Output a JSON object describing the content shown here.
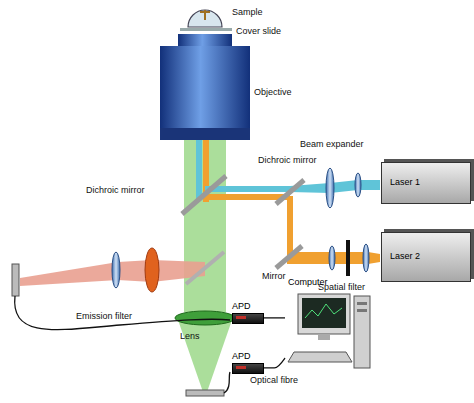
{
  "diagram": {
    "nodes": [
      {
        "text": [
          "Laser 1"
        ]
      },
      {
        "text": [
          "Laser 2"
        ]
      },
      {
        "text": [
          "APD"
        ]
      },
      {
        "text": [
          "APD"
        ]
      },
      {
        "text": [
          "Computer"
        ]
      }
    ],
    "edges": [
      {
        "from": 2,
        "to": 4,
        "arrow": "none"
      },
      {
        "from": 3,
        "to": 4,
        "arrow": "none"
      }
    ],
    "labels": [
      "Sample",
      "Cover slide",
      "Objective",
      "Beam expander",
      "Dichroic mirror",
      "Dichroic mirror",
      "Mirror",
      "Spatial filter",
      "Emission filter",
      "Lens",
      "Optical fibre"
    ]
  }
}
